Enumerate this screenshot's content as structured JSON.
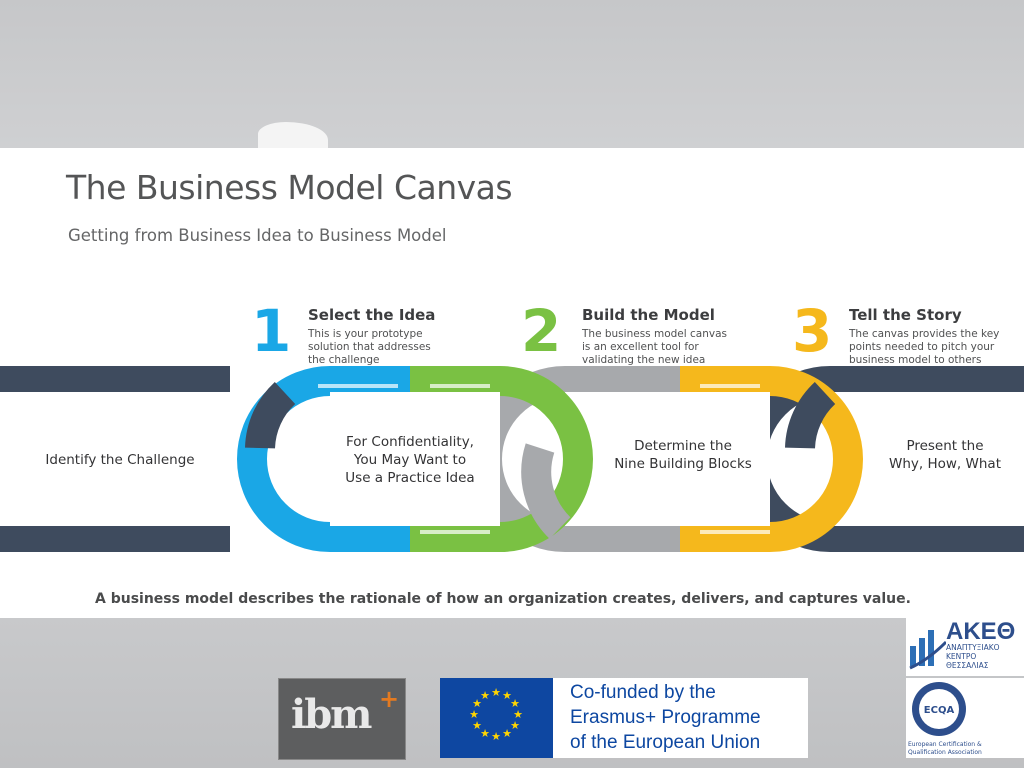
{
  "slide": {
    "title": "The Business Model Canvas",
    "subtitle": "Getting from Business Idea to Business Model",
    "footer": "A business model describes the rationale of how an organization creates, delivers, and captures value."
  },
  "steps": [
    {
      "number": "1",
      "title": "Select the Idea",
      "description": "This is your prototype\nsolution that addresses\nthe challenge",
      "color": "#1aa7e6"
    },
    {
      "number": "2",
      "title": "Build the Model",
      "description": "The business model canvas\nis an excellent tool for\nvalidating the new idea",
      "color": "#7ac143"
    },
    {
      "number": "3",
      "title": "Tell the Story",
      "description": "The canvas provides the key\npoints needed to pitch your\nbusiness model to others",
      "color": "#f5b81c"
    }
  ],
  "segments": [
    {
      "label": "Identify the Challenge"
    },
    {
      "label": "For Confidentiality,\nYou May Want to\nUse a Practice Idea"
    },
    {
      "label": "Determine the\nNine Building Blocks"
    },
    {
      "label": "Present the\nWhy, How, What"
    }
  ],
  "colors": {
    "dark": "#3e4b5e",
    "blue": "#1aa7e6",
    "green": "#7ac143",
    "gray": "#a7a9ac",
    "yellow": "#f5b81c"
  },
  "logos": {
    "ibm": {
      "text": "ibm",
      "plus": "+"
    },
    "eu": {
      "text": "Co-funded by the\nErasmus+ Programme\nof the European Union"
    },
    "ake": {
      "name": "AKEΘ",
      "sub": "ΑΝΑΠΤΥΞΙΑΚΟ\nΚΕΝΤΡΟ\nΘΕΣΣΑΛΙΑΣ"
    },
    "ecqa": {
      "badge": "ECQA",
      "sub": "European Certification &\nQualification Association"
    }
  }
}
